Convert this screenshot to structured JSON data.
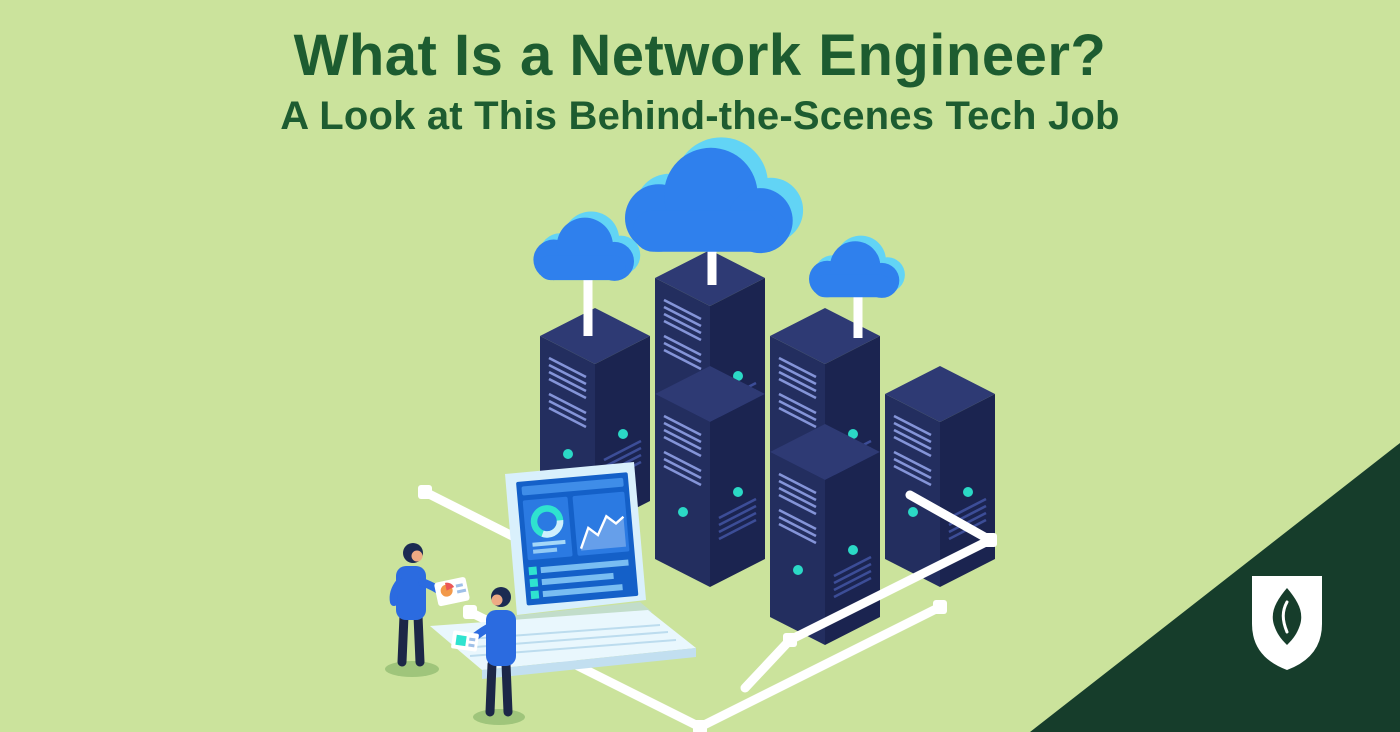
{
  "banner": {
    "title": "What Is a Network Engineer?",
    "subtitle": "A Look at This Behind-the-Scenes Tech Job"
  },
  "colors": {
    "background_green": "#cbe39c",
    "heading_green": "#1d5c30",
    "corner_green": "#163d2b",
    "server_navy_top": "#2e3a74",
    "server_navy_left": "#232e5f",
    "server_navy_right": "#1b2450",
    "cloud_blue": "#2f80ed",
    "cloud_light_blue": "#62d4f5",
    "teal_accent": "#2bd9c6",
    "network_line_white": "#ffffff",
    "laptop_screen_blue": "#1460c8",
    "figure_blue": "#2b6be0"
  },
  "illustration": {
    "name": "isometric-server-network",
    "elements": [
      "cloud-large-center",
      "cloud-small-left",
      "cloud-small-right",
      "server-tower-grid",
      "network-floor-lines",
      "laptop-analytics-dashboard",
      "engineer-with-clipboard",
      "engineer-with-tablet"
    ]
  },
  "logo": {
    "name": "shield-flame-logo",
    "shield_color": "#ffffff",
    "flame_color": "#163d2b"
  }
}
